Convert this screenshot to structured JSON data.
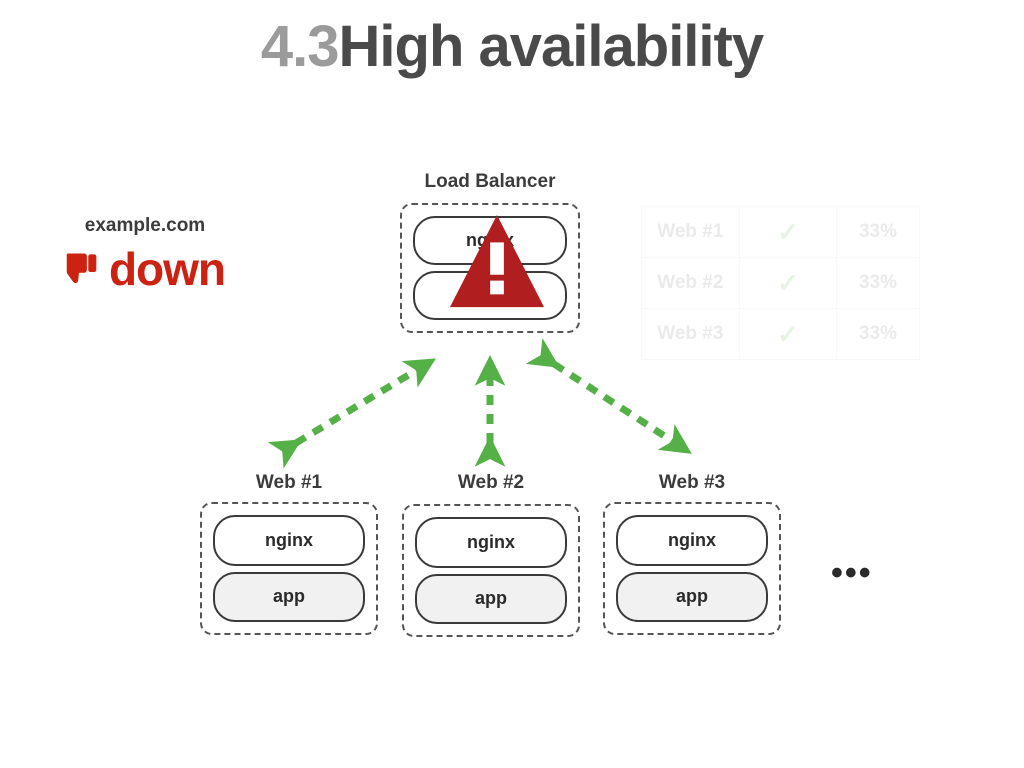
{
  "slide": {
    "title_number": "4.3",
    "title_text": "High availability"
  },
  "status": {
    "domain": "example.com",
    "state_label": "down",
    "state_color": "#cc2211",
    "icon": "thumbs-down-icon"
  },
  "load_balancer": {
    "label": "Load Balancer",
    "services": [
      {
        "name": "nginx",
        "style": "white"
      },
      {
        "name": "",
        "style": "white"
      }
    ],
    "alert_icon": "warning-triangle-icon",
    "alert_color": "#b01e20"
  },
  "web_nodes": [
    {
      "label": "Web #1",
      "services": [
        {
          "name": "nginx",
          "style": "white"
        },
        {
          "name": "app",
          "style": "grey"
        }
      ]
    },
    {
      "label": "Web #2",
      "services": [
        {
          "name": "nginx",
          "style": "white"
        },
        {
          "name": "app",
          "style": "grey"
        }
      ]
    },
    {
      "label": "Web #3",
      "services": [
        {
          "name": "nginx",
          "style": "white"
        },
        {
          "name": "app",
          "style": "grey"
        }
      ]
    }
  ],
  "more_nodes_indicator": "•••",
  "arrows": {
    "color": "#55b047",
    "style": "dashed-double-headed",
    "count": 3
  },
  "distribution_table": {
    "rows": [
      {
        "node": "Web #1",
        "status": "✓",
        "share": "33%"
      },
      {
        "node": "Web #2",
        "status": "✓",
        "share": "33%"
      },
      {
        "node": "Web #3",
        "status": "✓",
        "share": "33%"
      }
    ],
    "check_color": "#55b047",
    "faded": true
  }
}
